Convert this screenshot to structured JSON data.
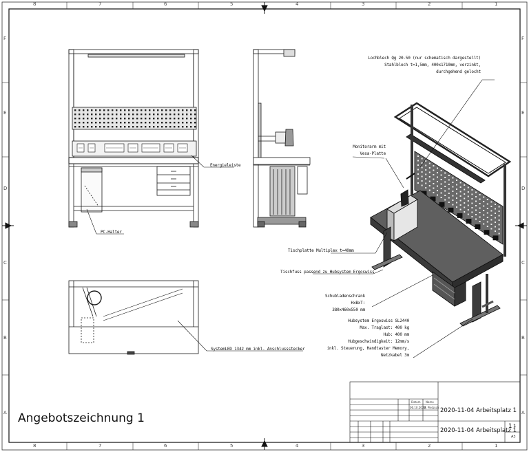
{
  "grid": {
    "top_numbers": [
      "8",
      "7",
      "6",
      "5",
      "4",
      "3",
      "2",
      "1"
    ],
    "bottom_numbers": [
      "8",
      "7",
      "6",
      "5",
      "4",
      "3",
      "2",
      "1"
    ],
    "left_letters": [
      "F",
      "E",
      "D",
      "C",
      "B",
      "A"
    ],
    "right_letters": [
      "F",
      "E",
      "D",
      "C",
      "B",
      "A"
    ]
  },
  "callouts": {
    "lochblech": [
      "Lochblech Qg 20-50 (nur schematisch dargestellt)",
      "Stahlblech t=1,5mm, 400x1710mm, verzinkt,",
      "durchgehend gelocht"
    ],
    "monitorarm": [
      "Monitorarm mit",
      "Vesa-Platte"
    ],
    "energieleiste": "Energieleiste",
    "pc_halter": "PC-Halter",
    "tischplatte": "Tischplatte Multiplex t=40mm",
    "tischfuss": "Tischfuss passend zu Hubsystem Ergoswiss",
    "schubladen": [
      "Schubladenschrank",
      "HxBxT:",
      "380x460x550 mm"
    ],
    "hubsystem": [
      "Hubsystem Ergoswiss SL2440",
      "Max. Traglast: 400 kg",
      "Hub: 400 mm",
      "Hubgeschwindigkeit: 12mm/s",
      "inkl. Steuerung, Handtaster Memory,",
      "Netzkabel 3m"
    ],
    "systemled": "SystemLED 1342 mm inkl. Anschlussstecker"
  },
  "drawing_title": "Angebotszeichnung 1",
  "title_block": {
    "header_cols": [
      "Datum",
      "Name"
    ],
    "drawn_date": "06.10.2020",
    "drawn_name": "M. Pietzsch",
    "title_row1": "2020-11-04 Arbeitsplatz 1",
    "title_row2": "2020-11-04 Arbeitsplatz 1",
    "sheet_no": "1",
    "sheet_total": "1",
    "format": "A3"
  },
  "colors": {
    "line": "#1a1a1a",
    "panel_fill": "#555555",
    "desk_fill": "#6b6b6b",
    "frame_fill": "#3c3c3c"
  }
}
